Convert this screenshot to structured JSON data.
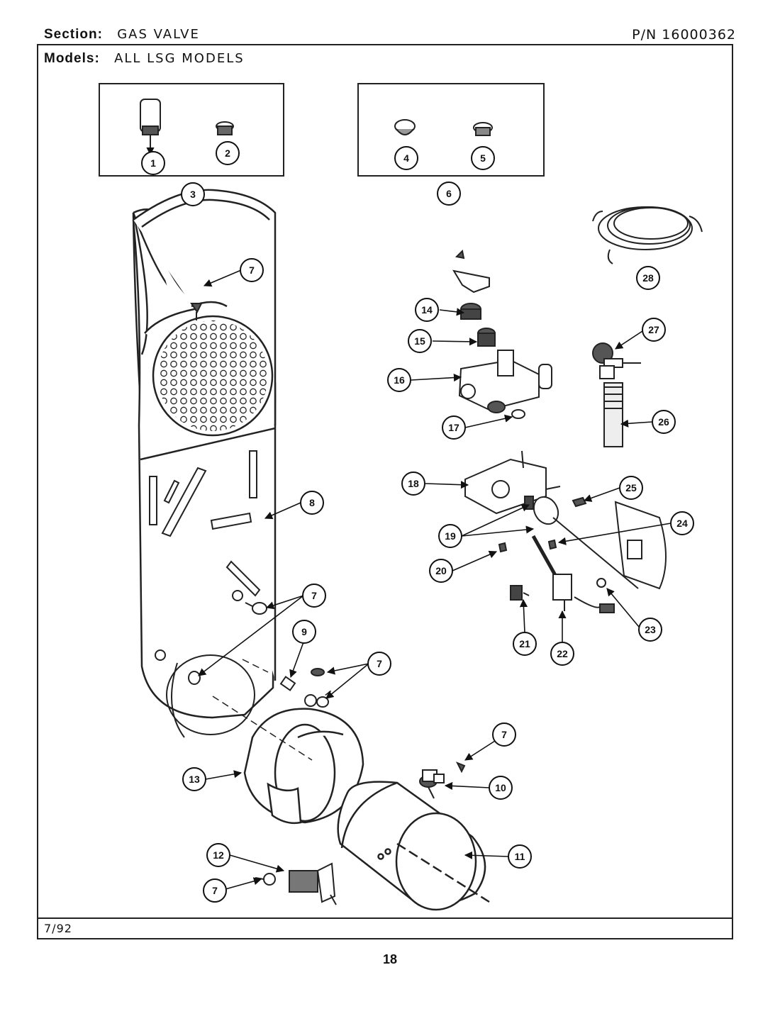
{
  "header": {
    "section_label": "Section:",
    "section_value": "GAS VALVE",
    "models_label": "Models:",
    "models_value": "ALL LSG MODELS",
    "part_number": "P/N 16000362"
  },
  "footer": {
    "date": "7/92",
    "page_number": "18"
  },
  "callouts": {
    "c1": "1",
    "c2": "2",
    "c3": "3",
    "c4": "4",
    "c5": "5",
    "c6": "6",
    "c7a": "7",
    "c7b": "7",
    "c7c": "7",
    "c7d": "7",
    "c7e": "7",
    "c8": "8",
    "c9": "9",
    "c10": "10",
    "c11": "11",
    "c12": "12",
    "c13": "13",
    "c14": "14",
    "c15": "15",
    "c16": "16",
    "c17": "17",
    "c18": "18",
    "c19": "19",
    "c20": "20",
    "c21": "21",
    "c22": "22",
    "c23": "23",
    "c24": "24",
    "c25": "25",
    "c26": "26",
    "c27": "27",
    "c28": "28"
  }
}
